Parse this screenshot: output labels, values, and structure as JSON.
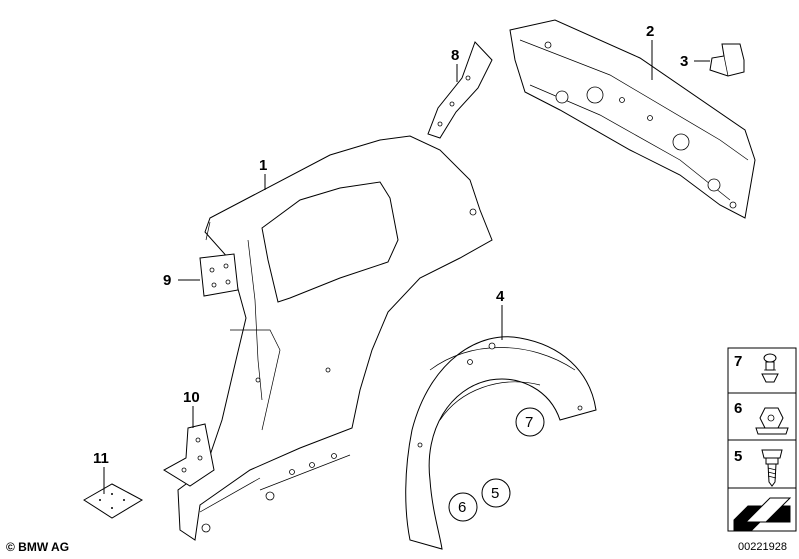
{
  "callouts": {
    "c1": "1",
    "c2": "2",
    "c3": "3",
    "c4": "4",
    "c8": "8",
    "c9": "9",
    "c10": "10",
    "c11": "11"
  },
  "circled_refs": {
    "r7": "7",
    "r6": "6",
    "r5": "5"
  },
  "legend": {
    "l7": "7",
    "l6": "6",
    "l5": "5"
  },
  "footer": {
    "copyright": "© BMW AG",
    "image_number": "00221928"
  }
}
